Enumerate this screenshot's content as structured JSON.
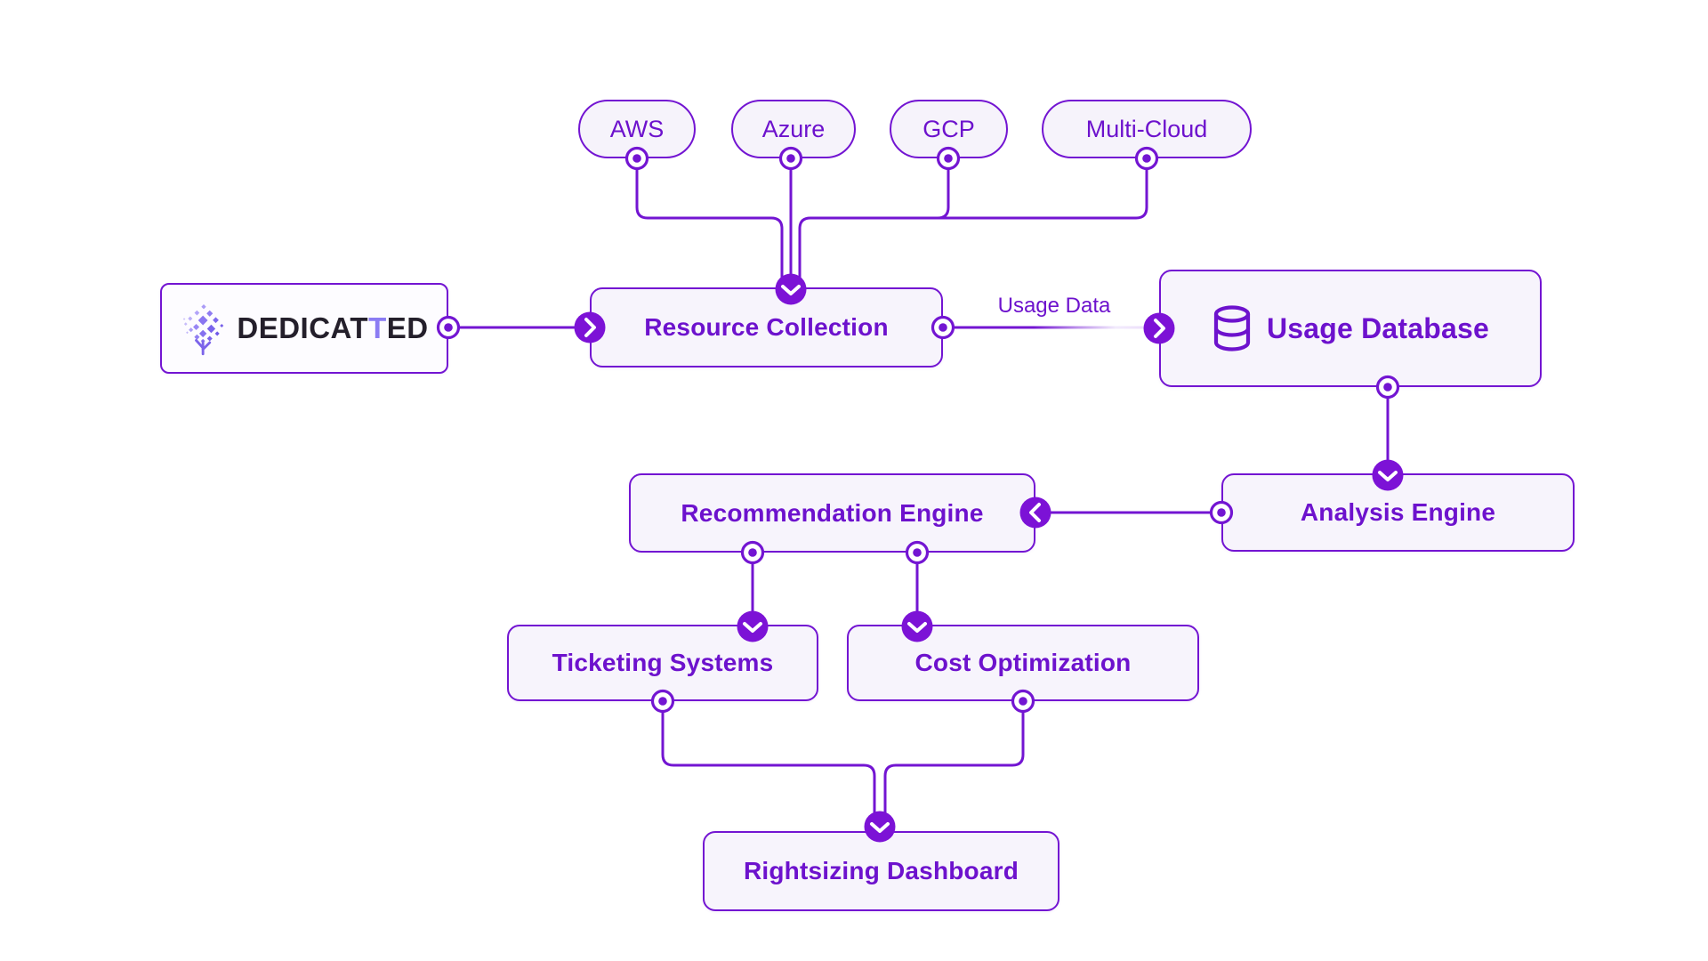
{
  "diagram": {
    "background": "#ffffff",
    "colors": {
      "stroke": "#7315d2",
      "node_fill": "#f7f4fc",
      "text": "#6d12cd",
      "connector_fill": "#7c12d6",
      "logo_text": "#241f2b",
      "logo_accent": "#8b7cf3"
    },
    "brand": {
      "prefix": "DEDICAT",
      "accent": "T",
      "suffix": "ED"
    },
    "providers": [
      {
        "label": "AWS"
      },
      {
        "label": "Azure"
      },
      {
        "label": "GCP"
      },
      {
        "label": "Multi-Cloud"
      }
    ],
    "nodes": {
      "resource_collection": {
        "label": "Resource Collection"
      },
      "usage_database": {
        "label": "Usage Database",
        "icon": "database-icon"
      },
      "analysis_engine": {
        "label": "Analysis Engine"
      },
      "recommendation_engine": {
        "label": "Recommendation Engine"
      },
      "ticketing_systems": {
        "label": "Ticketing Systems"
      },
      "cost_optimization": {
        "label": "Cost Optimization"
      },
      "rightsizing_dashboard": {
        "label": "Rightsizing Dashboard"
      }
    },
    "edge_labels": {
      "usage_data": "Usage Data"
    },
    "edges": [
      {
        "from": "AWS",
        "to": "Resource Collection"
      },
      {
        "from": "Azure",
        "to": "Resource Collection"
      },
      {
        "from": "GCP",
        "to": "Resource Collection"
      },
      {
        "from": "Multi-Cloud",
        "to": "Resource Collection"
      },
      {
        "from": "DEDICATTED",
        "to": "Resource Collection"
      },
      {
        "from": "Resource Collection",
        "to": "Usage Database",
        "label": "Usage Data"
      },
      {
        "from": "Usage Database",
        "to": "Analysis Engine"
      },
      {
        "from": "Analysis Engine",
        "to": "Recommendation Engine"
      },
      {
        "from": "Recommendation Engine",
        "to": "Ticketing Systems"
      },
      {
        "from": "Recommendation Engine",
        "to": "Cost Optimization"
      },
      {
        "from": "Ticketing Systems",
        "to": "Rightsizing Dashboard"
      },
      {
        "from": "Cost Optimization",
        "to": "Rightsizing Dashboard"
      }
    ]
  }
}
